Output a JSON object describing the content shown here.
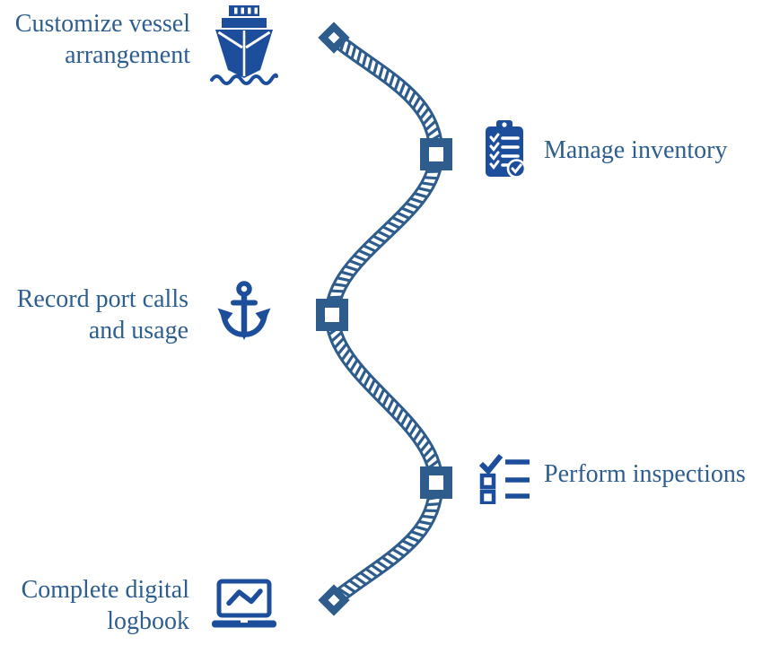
{
  "colors": {
    "text": "#2D5E8F",
    "icon": "#1D4E9B",
    "rope": "#2E5C8C",
    "background": "#FFFFFF"
  },
  "steps": [
    {
      "label": "Customize vessel arrangement",
      "label_lines": [
        "Customize vessel",
        "arrangement"
      ],
      "icon": "ship-icon",
      "side": "left",
      "marker": "diamond"
    },
    {
      "label": "Manage inventory",
      "icon": "clipboard-checklist-icon",
      "side": "right",
      "marker": "square"
    },
    {
      "label": "Record port calls and usage",
      "label_lines": [
        "Record port calls",
        "and usage"
      ],
      "icon": "anchor-icon",
      "side": "left",
      "marker": "square"
    },
    {
      "label": "Perform inspections",
      "icon": "inspection-checklist-icon",
      "side": "right",
      "marker": "square"
    },
    {
      "label": "Complete digital logbook",
      "label_lines": [
        "Complete digital",
        "logbook"
      ],
      "icon": "laptop-chart-icon",
      "side": "left",
      "marker": "diamond"
    }
  ]
}
